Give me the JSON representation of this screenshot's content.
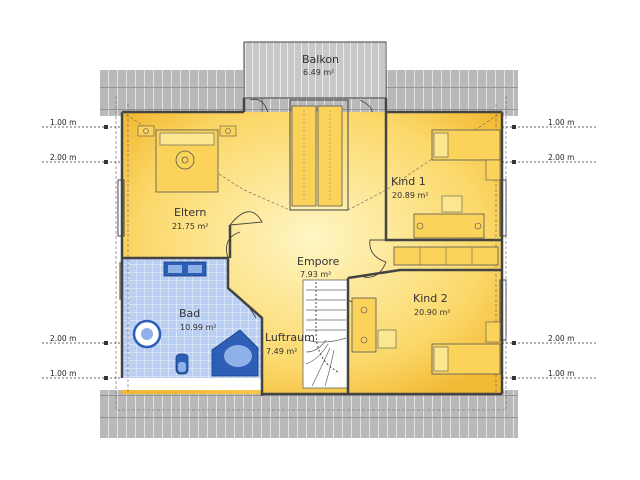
{
  "rooms": {
    "balkon": {
      "name": "Balkon",
      "area": "6.49 m²"
    },
    "eltern": {
      "name": "Eltern",
      "area": "21.75 m²"
    },
    "kind1": {
      "name": "Kind 1",
      "area": "20.89 m²"
    },
    "empore": {
      "name": "Empore",
      "area": "7.93 m²"
    },
    "kind2": {
      "name": "Kind 2",
      "area": "20.90 m²"
    },
    "bad": {
      "name": "Bad",
      "area": "10.99 m²"
    },
    "luftraum": {
      "name": "Luftraum",
      "area": "7.49 m²"
    }
  },
  "dimensions": {
    "one_m": "1.00 m",
    "two_m": "2.00 m"
  },
  "colors": {
    "floor_light": "#fff3b0",
    "floor_dark": "#f5c242",
    "bath_tile": "#b7cdf2",
    "roof_tile": "#b5b5b5",
    "wall": "#444444",
    "furniture_outline": "#555555",
    "fixture_blue": "#2c5fb5"
  }
}
